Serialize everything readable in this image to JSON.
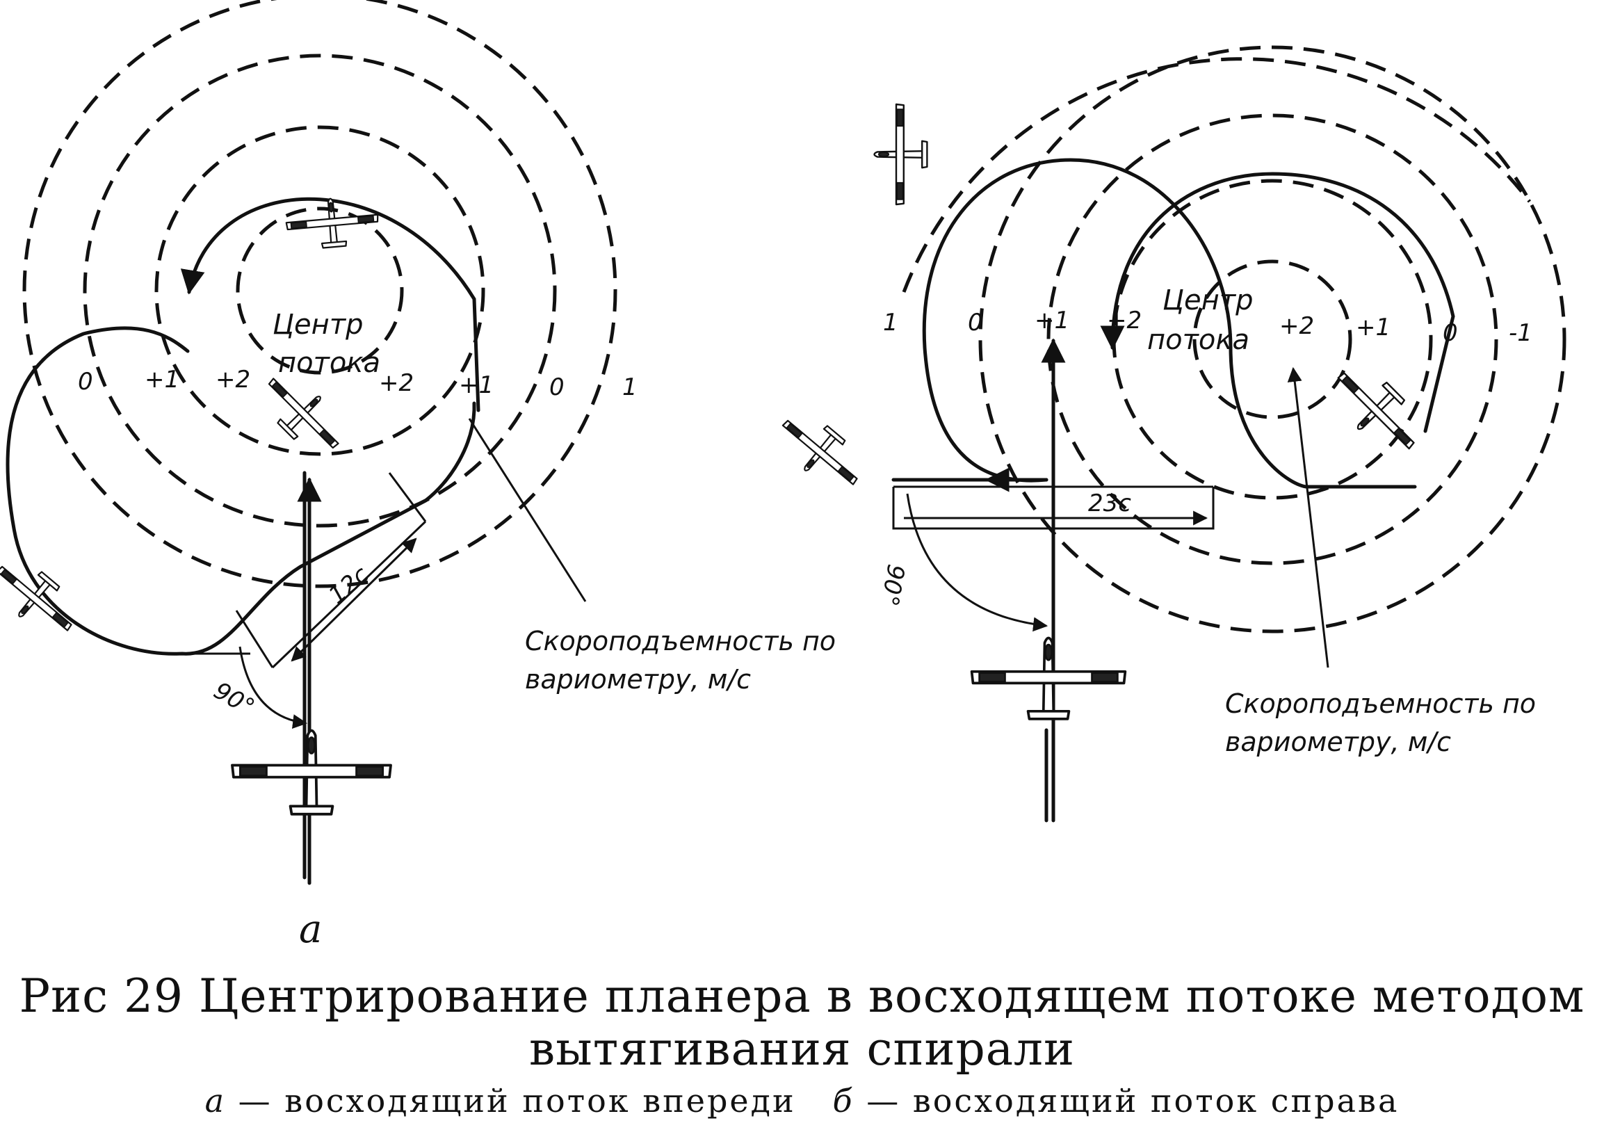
{
  "panel_a": {
    "panel_label": "a",
    "center_label_line1": "Центр",
    "center_label_line2": "потока",
    "ring_labels_left": [
      "0",
      "+1",
      "+2"
    ],
    "ring_labels_right": [
      "+2",
      "+1",
      "0",
      "1"
    ],
    "time_label": "12с",
    "angle_label": "90°",
    "note_line1": "Скороподъемность по",
    "note_line2": "вариометру, м/с"
  },
  "panel_b": {
    "center_label_line1": "Центр",
    "center_label_line2": "потока",
    "ring_labels": [
      "1",
      "0",
      "+1",
      "+2",
      "+2",
      "+1",
      "0",
      "-1"
    ],
    "time_label": "23с",
    "angle_label": "90°",
    "note_line1": "Скороподъемность по",
    "note_line2": "вариометру, м/с"
  },
  "caption": {
    "title_line1": "Рис  29  Центрирование  планера  в  восходящем  потоке  методом",
    "title_line2": "вытягивания  спирали",
    "subtitle_a_key": "а",
    "subtitle_a_text": "— восходящий поток впереди",
    "subtitle_b_key": "б",
    "subtitle_b_text": "— восходящий поток справа"
  }
}
